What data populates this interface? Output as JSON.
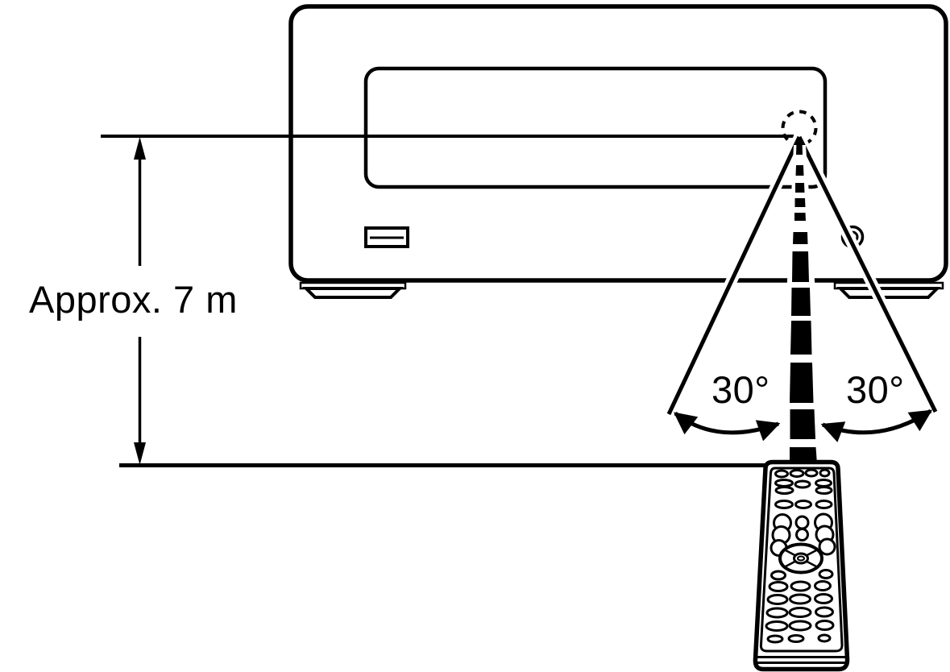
{
  "labels": {
    "distance": "Approx. 7 m",
    "angle_left": "30°",
    "angle_right": "30°"
  },
  "colors": {
    "ink": "#000000",
    "paper": "#ffffff"
  }
}
